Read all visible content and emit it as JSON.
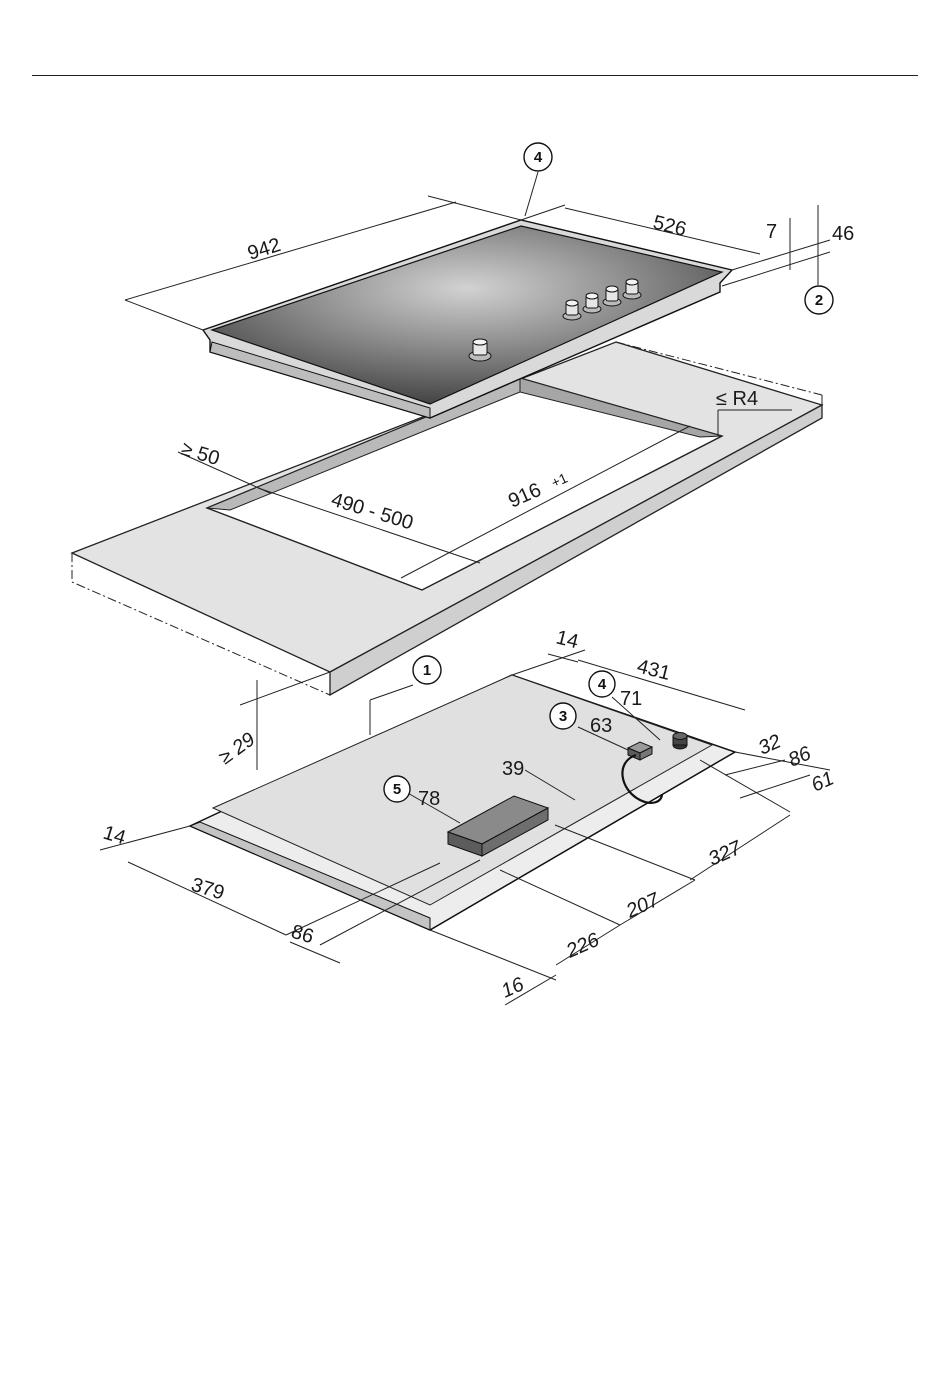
{
  "colors": {
    "line": "#222222",
    "worktop_fill": "#e3e3e3",
    "worktop_edge": "#c8c8c8",
    "hob_glass_dark": "#3a3a3a",
    "hob_glass_light": "#d0d0d0",
    "hob_frame": "#d9d9d9",
    "underside_fill": "#e6e6e6",
    "connection_box": "#6a6a6a"
  },
  "callouts": {
    "c4_top": "4",
    "c2": "2",
    "c1": "1",
    "c4_bottom": "4",
    "c3": "3",
    "c5": "5"
  },
  "dimensions": {
    "hob_width": "942",
    "hob_depth": "526",
    "frame_height": "7",
    "total_height": "46",
    "corner_radius": "≤ R4",
    "min_distance": "≥ 50",
    "cutout_depth": "490 - 500",
    "cutout_width": "916",
    "cutout_width_tol": "+1",
    "worktop_min": "≥ 29",
    "top_14": "14",
    "d_431": "431",
    "d_71": "71",
    "d_63": "63",
    "d_32": "32",
    "d_86_right": "86",
    "d_61": "61",
    "d_39": "39",
    "d_78": "78",
    "d_327": "327",
    "d_207": "207",
    "d_226": "226",
    "d_16": "16",
    "left_14": "14",
    "d_379": "379",
    "d_86_left": "86"
  }
}
